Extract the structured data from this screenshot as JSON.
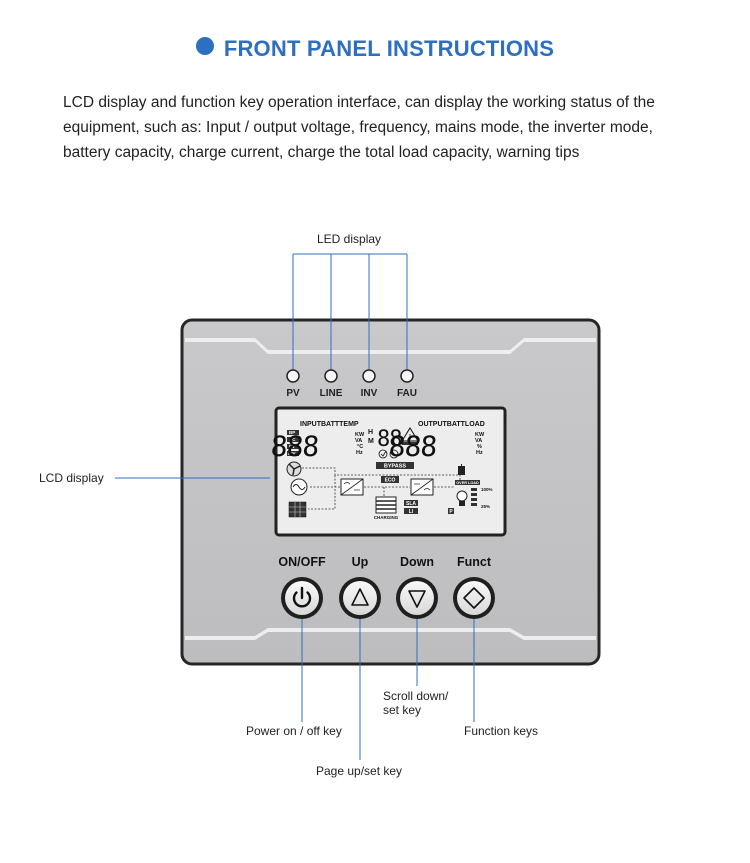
{
  "heading": {
    "title": "FRONT PANEL INSTRUCTIONS",
    "accent_color": "#2d6fc0"
  },
  "description": "LCD display and function key operation interface, can display the working status of the equipment, such as: Input / output voltage, frequency, mains mode, the inverter mode, battery capacity, charge current, charge the total load capacity, warning tips",
  "callouts": {
    "led_display": "LED display",
    "lcd_display": "LCD display",
    "power_key": "Power on / off key",
    "page_up": "Page up/set key",
    "scroll_down_1": "Scroll down/",
    "scroll_down_2": "set key",
    "function_keys": "Function keys"
  },
  "leds": [
    {
      "label": "PV"
    },
    {
      "label": "LINE"
    },
    {
      "label": "INV"
    },
    {
      "label": "FAU"
    }
  ],
  "lcd": {
    "input_header": "INPUTBATTTEMP",
    "output_header": "OUTPUTBATTLOAD",
    "digits_left": "888",
    "digits_mid": "88",
    "digits_right": "888",
    "units_left": [
      "KW",
      "VA",
      "°C",
      "Hz"
    ],
    "units_right": [
      "KW",
      "VA",
      "%",
      "Hz"
    ],
    "mode_tags": [
      "BP",
      "AC",
      "PV",
      "INV"
    ],
    "hm": [
      "H",
      "M"
    ],
    "bypass": "BYPASS",
    "eco": "ECO",
    "charging": "CHARGING",
    "over_load": "OVER LOAD",
    "pct_100": "100%",
    "pct_25": "25%",
    "sla": "SLA",
    "li": "LI",
    "p": "P"
  },
  "buttons": [
    {
      "label": "ON/OFF",
      "icon": "power-icon"
    },
    {
      "label": "Up",
      "icon": "triangle-up-icon"
    },
    {
      "label": "Down",
      "icon": "triangle-down-icon"
    },
    {
      "label": "Funct",
      "icon": "diamond-icon"
    }
  ]
}
